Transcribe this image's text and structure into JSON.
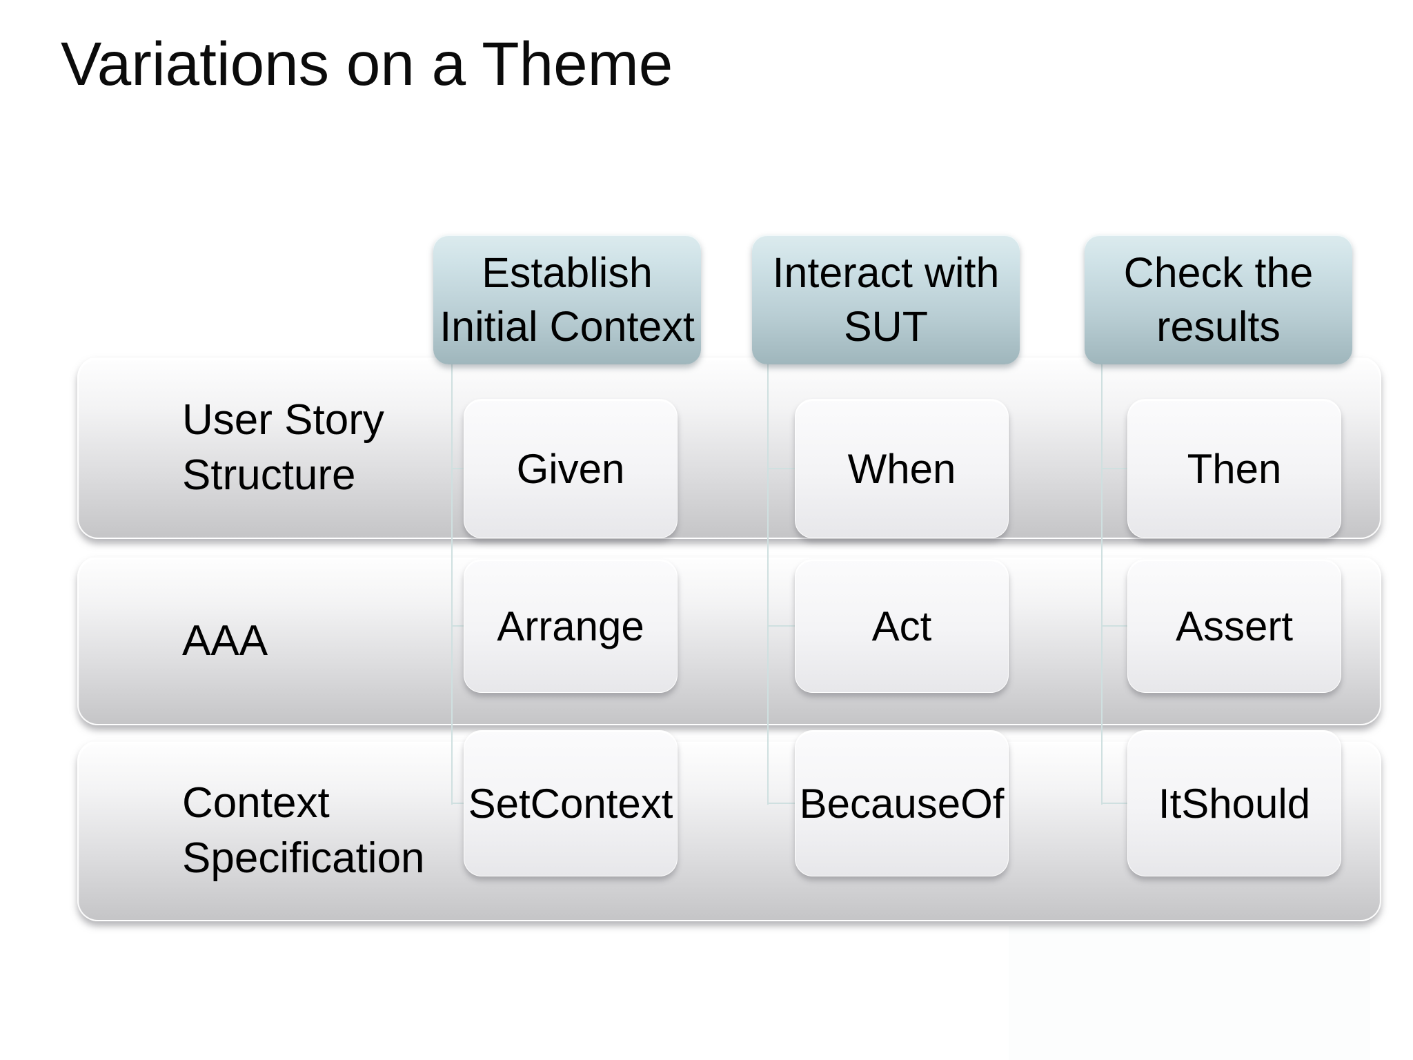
{
  "title": "Variations on a Theme",
  "colors": {
    "background": "#ffffff",
    "text": "#000000",
    "header_gradient_top": "#dcebee",
    "header_gradient_bottom": "#9fb6bc",
    "band_gradient_top": "#fefefe",
    "band_gradient_bottom": "#c5c5c7",
    "cell_gradient_top": "#fbfbfc",
    "cell_gradient_bottom": "#e7e7ea",
    "connector_line": "#cfe0e0"
  },
  "column_headers": [
    {
      "lines": [
        "Establish",
        "Initial Context"
      ]
    },
    {
      "lines": [
        "Interact with",
        "SUT"
      ]
    },
    {
      "lines": [
        "Check the",
        "results"
      ]
    }
  ],
  "rows": [
    {
      "label_lines": [
        "User Story",
        "Structure"
      ],
      "cells": [
        "Given",
        "When",
        "Then"
      ]
    },
    {
      "label_lines": [
        "AAA"
      ],
      "cells": [
        "Arrange",
        "Act",
        "Assert"
      ]
    },
    {
      "label_lines": [
        "Context",
        "Specification"
      ],
      "cells": [
        "SetContext",
        "BecauseOf",
        "ItShould"
      ]
    }
  ]
}
